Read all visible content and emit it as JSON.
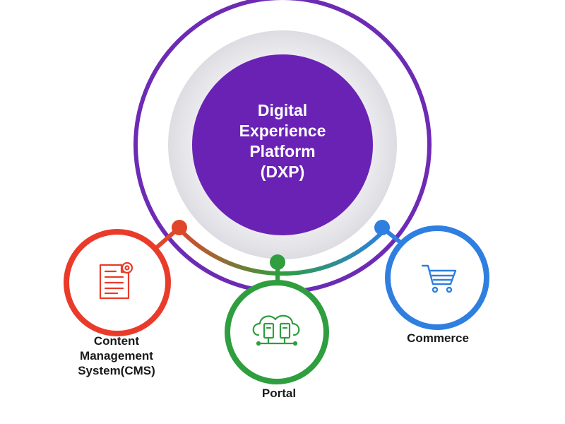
{
  "hub": {
    "title_lines": [
      "Digital",
      "Experience",
      "Platform",
      "(DXP)"
    ]
  },
  "nodes": {
    "cms": {
      "label_lines": [
        "Content",
        "Management",
        "System(CMS)"
      ],
      "icon": "document-gear-icon",
      "color": "#ea3b2a"
    },
    "portal": {
      "label_lines": [
        "Portal"
      ],
      "icon": "cloud-network-icon",
      "color": "#2f9e3e"
    },
    "commerce": {
      "label_lines": [
        "Commerce"
      ],
      "icon": "shopping-cart-icon",
      "color": "#2f7fe0"
    }
  },
  "colors": {
    "hub_fill": "#6a22b5",
    "hub_ring": "#6d2bb5",
    "hub_halo": "#e6e6ea",
    "arc_start": "#e0462a",
    "arc_mid": "#2f9e3e",
    "arc_end": "#2f7fe0"
  }
}
